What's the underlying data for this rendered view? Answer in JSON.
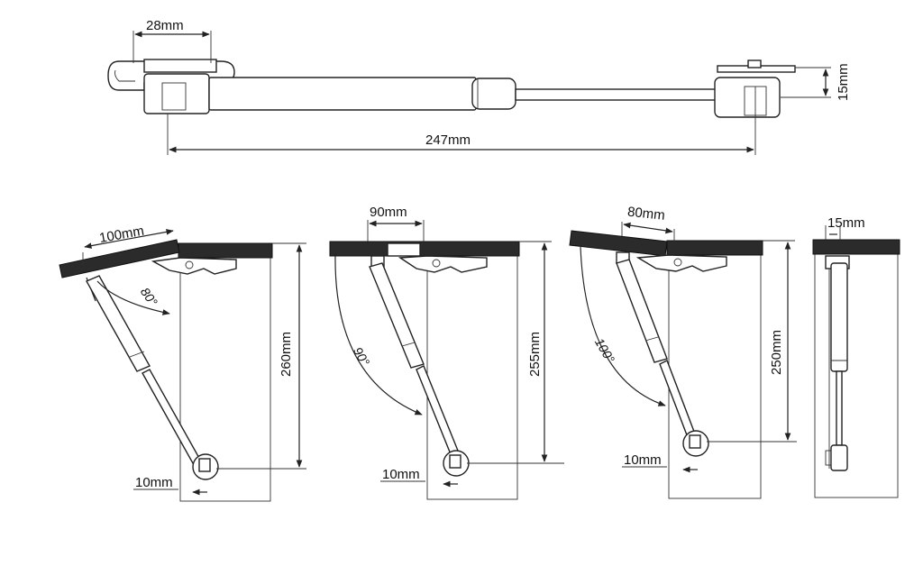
{
  "top_view": {
    "bracket_width": "28mm",
    "total_length": "247mm",
    "height": "15mm"
  },
  "views": [
    {
      "id": "80",
      "opening_width": "100mm",
      "angle": "80°",
      "depth": "260mm",
      "offset": "10mm"
    },
    {
      "id": "90",
      "opening_width": "90mm",
      "angle": "90°",
      "depth": "255mm",
      "offset": "10mm"
    },
    {
      "id": "100",
      "opening_width": "80mm",
      "angle": "100°",
      "depth": "250mm",
      "offset": "10mm"
    }
  ],
  "side_view": {
    "thickness": "15mm"
  },
  "colors": {
    "line": "#222222",
    "board": "#2b2b2b"
  }
}
